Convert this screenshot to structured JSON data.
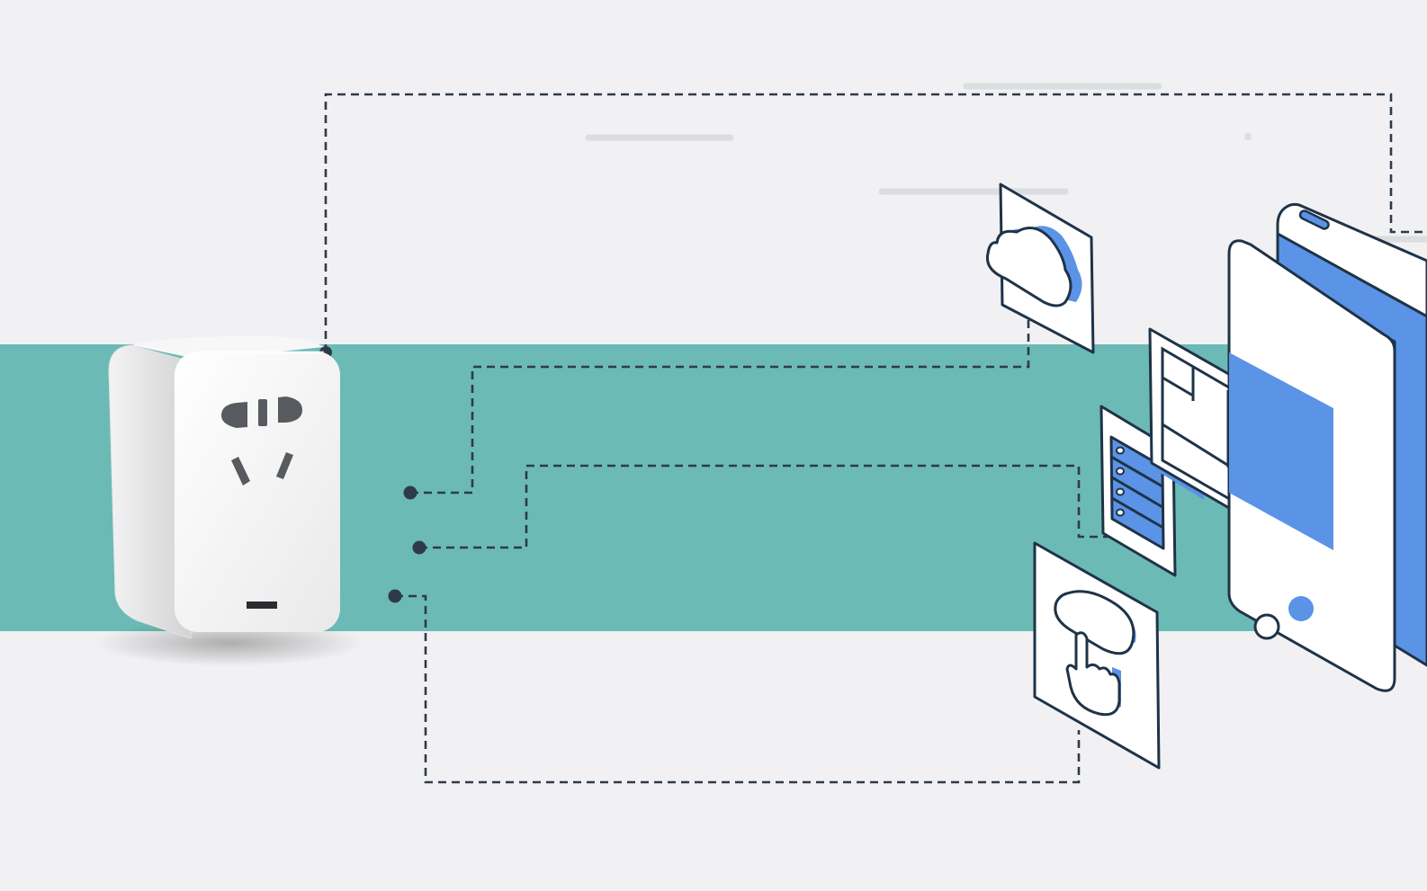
{
  "colors": {
    "background": "#f1f1f3",
    "band": "#6bbab5",
    "connector": "#2e3a4a",
    "accent": "#5b93e6",
    "outline": "#1f3347",
    "panel": "#ffffff",
    "speed_lines": "#dcdde1"
  },
  "diagram": {
    "device": {
      "name": "smart-plug",
      "icon": "wall-socket-icon"
    },
    "connections": [
      {
        "from": "smart-plug-top",
        "to": "smartphone",
        "style": "dashed"
      },
      {
        "from": "smart-plug-port-1",
        "to": "cloud-card",
        "style": "dashed"
      },
      {
        "from": "smart-plug-port-2",
        "to": "server-card",
        "style": "dashed"
      },
      {
        "from": "smart-plug-port-3",
        "to": "touch-button-card",
        "style": "dashed"
      }
    ],
    "cards": [
      {
        "name": "cloud-card",
        "icon": "cloud-icon"
      },
      {
        "name": "server-card",
        "icon": "server-rack-icon"
      },
      {
        "name": "touch-button-card",
        "icon": "hand-pointer-icon"
      },
      {
        "name": "app-screen-card",
        "icon": "layout-icon"
      },
      {
        "name": "smartphone",
        "icon": "smartphone-icon"
      }
    ]
  }
}
